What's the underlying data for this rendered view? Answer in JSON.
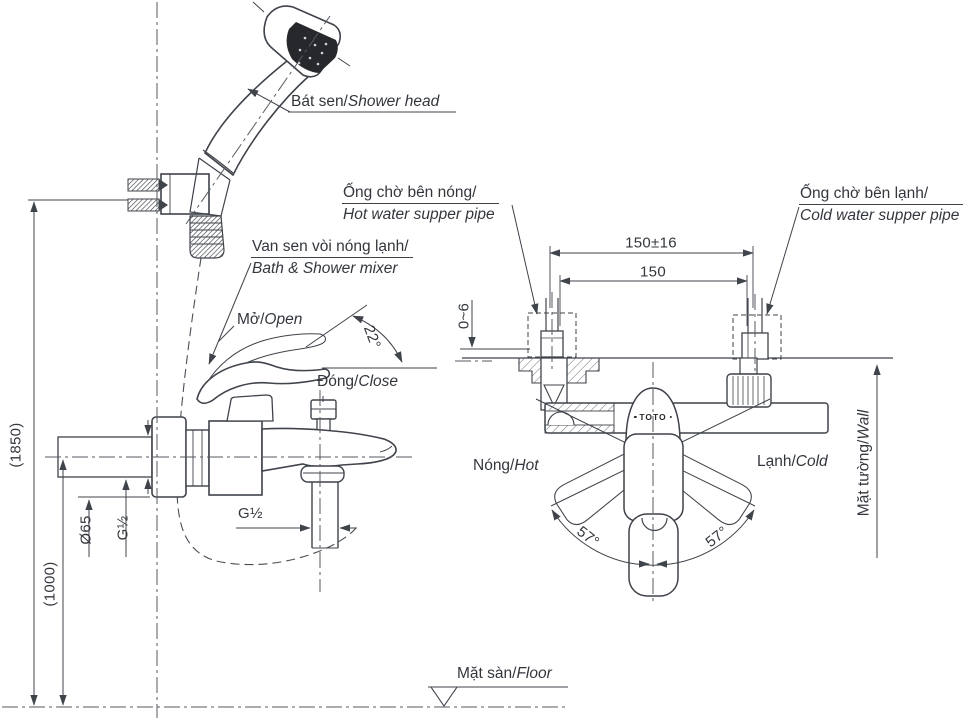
{
  "page": {
    "background": "#ffffff"
  },
  "colors": {
    "line": "#3f434a",
    "text": "#33373d"
  },
  "brand": {
    "logo": "TOTO"
  },
  "labels": {
    "shower_head": {
      "vi": "Bát sen/",
      "en": "Shower head"
    },
    "mixer": {
      "vi": "Van sen vòi nóng lạnh/",
      "en": "Bath & Shower mixer"
    },
    "open": {
      "vi": "Mở/",
      "en": "Open"
    },
    "close": {
      "vi": "Đóng/",
      "en": "Close"
    },
    "hot_supply": {
      "vi": "Ống chờ bên nóng/",
      "en": "Hot water supper pipe"
    },
    "cold_supply": {
      "vi": "Ống chờ bên lạnh/",
      "en": "Cold water supper pipe"
    },
    "hot": {
      "vi": "Nóng/",
      "en": "Hot"
    },
    "cold": {
      "vi": "Lạnh/",
      "en": "Cold"
    },
    "wall": {
      "vi": "Mặt tường/",
      "en": "Wall"
    },
    "floor": {
      "vi": "Mặt sàn/",
      "en": "Floor"
    }
  },
  "dimensions": {
    "pipe_span_tolerance": "150±16",
    "pipe_span": "150",
    "wall_gap": "0~6",
    "handle_open_angle": "22°",
    "handle_swing_left": "57°",
    "handle_swing_right": "57°",
    "shower_height": "(1850)",
    "mixer_height": "(1000)",
    "escutcheon_diameter": "Ø65",
    "inlet_thread": "G½",
    "outlet_thread": "G½"
  }
}
